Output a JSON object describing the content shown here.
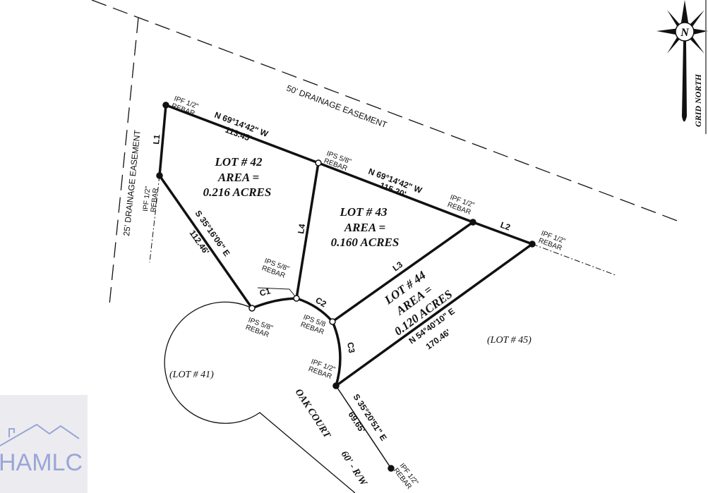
{
  "easements": {
    "top": "50' DRAINAGE EASEMENT",
    "left": "25' DRAINAGE EASEMENT"
  },
  "north_arrow": {
    "letter": "N",
    "label": "GRID NORTH"
  },
  "monuments": {
    "ipf_top": [
      "IPF 1/2\"",
      "REBAR"
    ],
    "ipf_l1": [
      "IPF 1/2\"",
      "REBAR"
    ],
    "ips_mid": [
      "IPS 5/8\"",
      "REBAR"
    ],
    "ipf_l2a": [
      "IPF 1/2\"",
      "REBAR"
    ],
    "ipf_l2b": [
      "IPF 1/2\"",
      "REBAR"
    ],
    "ips_c1": [
      "IPS 5/8\"",
      "REBAR"
    ],
    "ips_c1c2": [
      "IPS 5/8\"",
      "REBAR"
    ],
    "ips_c2c3": [
      "IPS 5/8",
      "REBAR"
    ],
    "ipf_c3": [
      "IPF 1/2\"",
      "REBAR"
    ],
    "ipf_bottom": [
      "IPF 1/2\"",
      "REBAR"
    ]
  },
  "segments": {
    "L1": "L1",
    "L2": "L2",
    "L3": "L3",
    "L4": "L4",
    "C1": "C1",
    "C2": "C2",
    "C3": "C3"
  },
  "bearings": {
    "b1": {
      "bearing": "N 69°14'42\" W",
      "distance": "113.45'"
    },
    "b2": {
      "bearing": "N 69°14'42\" W",
      "distance": "115.20'"
    },
    "b3": {
      "bearing": "S 35°16'06\" E",
      "distance": "112.46'"
    },
    "b4": {
      "bearing": "N 54°40'10\" E",
      "distance": "170.46'"
    },
    "b5": {
      "bearing": "S 35°20'51\" E",
      "distance": "69.65'"
    }
  },
  "lots": {
    "lot42": [
      "LOT # 42",
      "AREA =",
      "0.216 ACRES"
    ],
    "lot43": [
      "LOT # 43",
      "AREA =",
      "0.160 ACRES"
    ],
    "lot44": [
      "LOT # 44",
      "AREA =",
      "0.120 ACRES"
    ],
    "lot41": "(LOT # 41)",
    "lot45": "(LOT # 45)"
  },
  "road": {
    "name": "OAK COURT",
    "row": "60' - R/W"
  },
  "watermark": "HAMLC"
}
